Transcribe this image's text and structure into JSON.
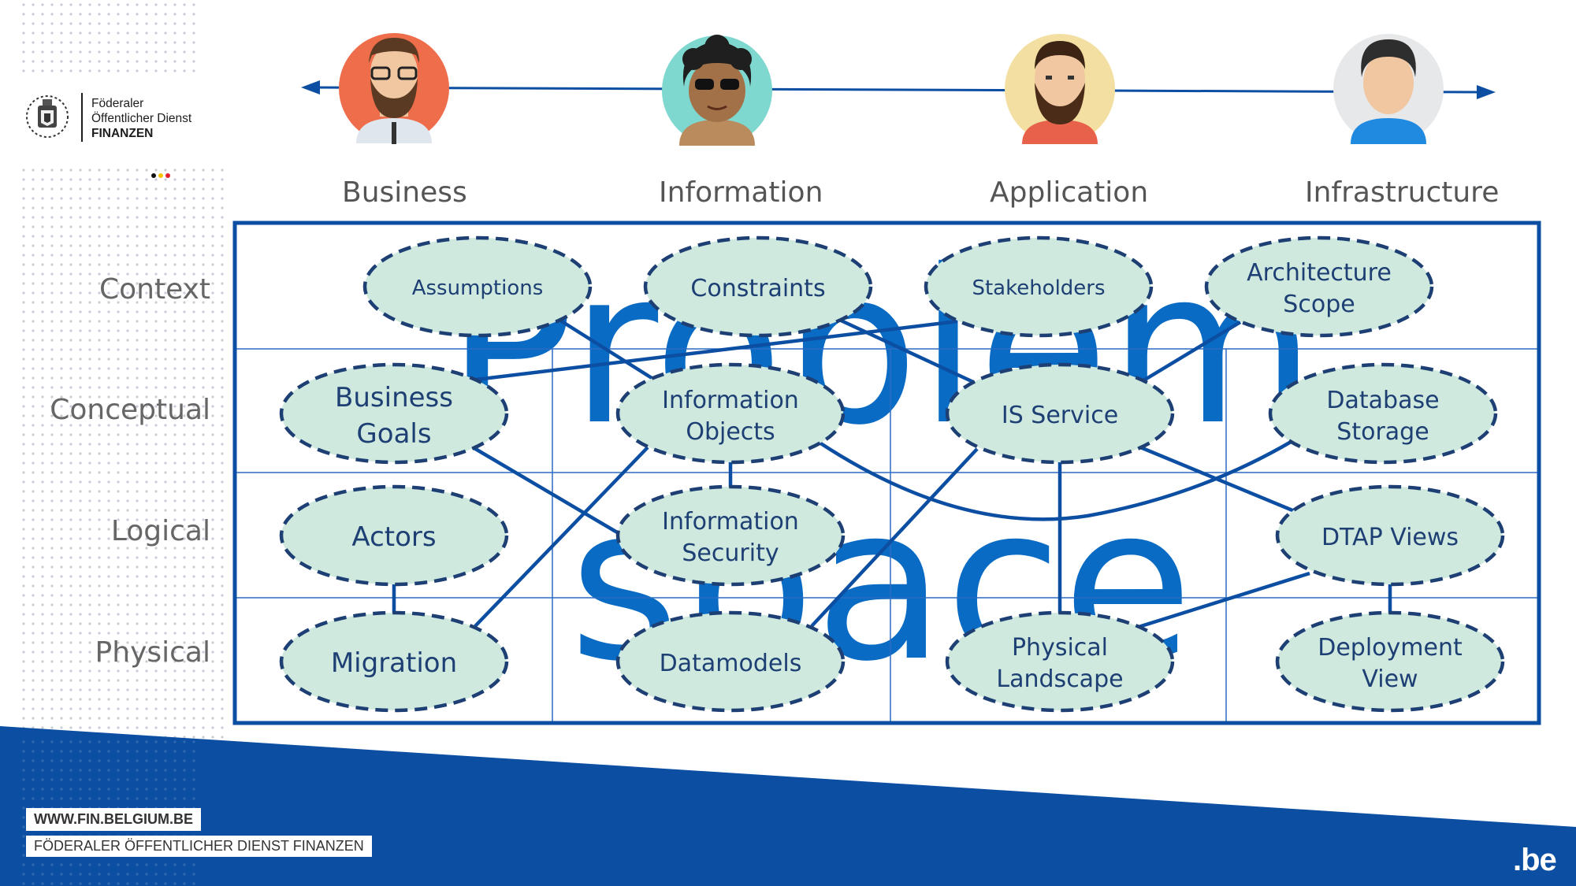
{
  "header": {
    "org_line1": "Föderaler",
    "org_line2": "Öffentlicher Dienst",
    "org_line3": "FINANZEN"
  },
  "columns": [
    "Business",
    "Information",
    "Application",
    "Infrastructure"
  ],
  "rows": [
    "Context",
    "Conceptual",
    "Logical",
    "Physical"
  ],
  "watermark": {
    "line1": "Problem",
    "line2": "space"
  },
  "nodes": {
    "assumptions": "Assumptions",
    "constraints": "Constraints",
    "stakeholders": "Stakeholders",
    "architecture_scope_1": "Architecture",
    "architecture_scope_2": "Scope",
    "business_goals_1": "Business",
    "business_goals_2": "Goals",
    "information_objects_1": "Information",
    "information_objects_2": "Objects",
    "is_service": "IS Service",
    "database_storage_1": "Database",
    "database_storage_2": "Storage",
    "actors": "Actors",
    "information_security_1": "Information",
    "information_security_2": "Security",
    "dtap_views": "DTAP Views",
    "migration": "Migration",
    "datamodels": "Datamodels",
    "physical_landscape_1": "Physical",
    "physical_landscape_2": "Landscape",
    "deployment_view_1": "Deployment",
    "deployment_view_2": "View"
  },
  "footer": {
    "url": "WWW.FIN.BELGIUM.BE",
    "name": "FÖDERALER ÖFFENTLICHER DIENST FINANZEN",
    "be_logo": ".be"
  },
  "colors": {
    "primary_blue": "#0b4ea2",
    "line_blue": "#0b4ea2",
    "node_fill": "#cfe9df",
    "node_stroke": "#1d3f73",
    "grid_line": "#2b6cc4",
    "watermark": "#0a6bc4"
  },
  "avatars": [
    "avatar-business-glasses",
    "avatar-information-afro-sunglasses",
    "avatar-application-beard",
    "avatar-infrastructure-plain"
  ]
}
